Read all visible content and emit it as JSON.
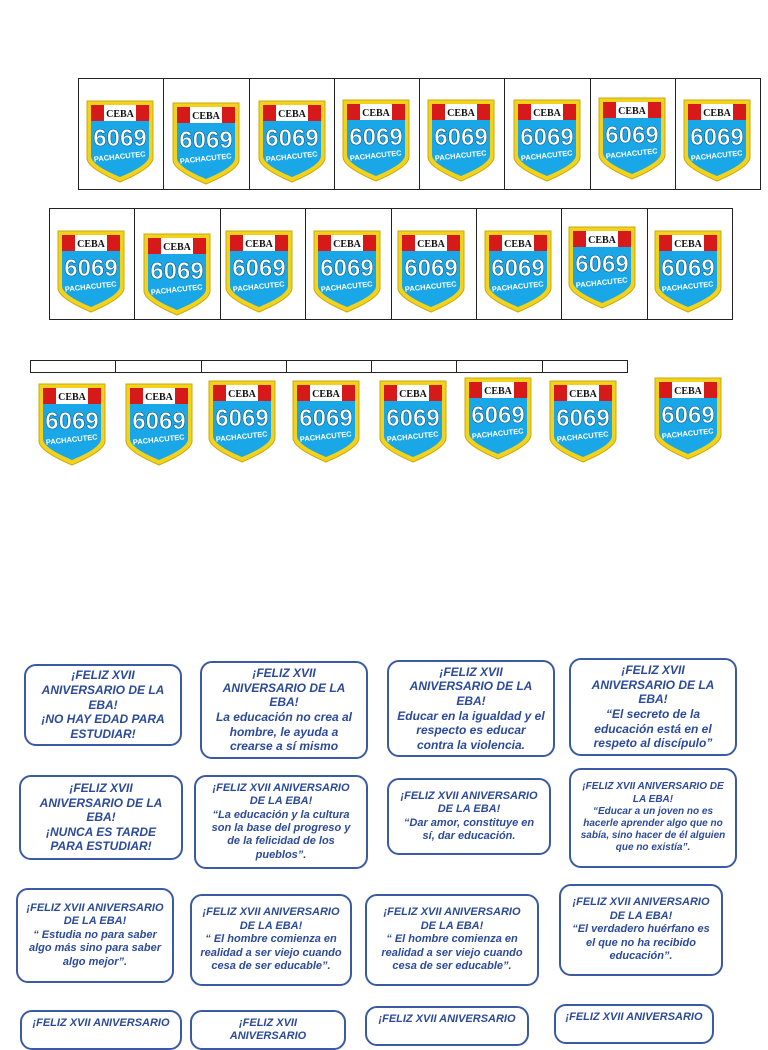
{
  "badge": {
    "top_label": "CEBA",
    "number": "6069",
    "bottom_label": "PACHACUTEC",
    "colors": {
      "shield": "#1aa7e8",
      "border": "#f2d21b",
      "red": "#d61a1a"
    }
  },
  "cards": [
    {
      "title": "¡FELIZ XVII ANIVERSARIO DE LA EBA!",
      "body": "¡NO HAY EDAD PARA ESTUDIAR!"
    },
    {
      "title": "¡FELIZ XVII ANIVERSARIO DE LA EBA!",
      "body": "La educación no crea al hombre, le ayuda a crearse a sí mismo"
    },
    {
      "title": "¡FELIZ XVII ANIVERSARIO DE LA EBA!",
      "body": "Educar en la igualdad y el respecto es educar contra la violencia."
    },
    {
      "title": "¡FELIZ XVII ANIVERSARIO DE LA EBA!",
      "body": "“El secreto de la educación está en el respeto al discípulo”"
    },
    {
      "title": "¡FELIZ XVII ANIVERSARIO DE LA EBA!",
      "body": "¡NUNCA ES TARDE PARA ESTUDIAR!"
    },
    {
      "title": "¡FELIZ XVII ANIVERSARIO DE LA EBA!",
      "body": "“La educación y la cultura son la base del progreso y de la felicidad de los pueblos”."
    },
    {
      "title": "¡FELIZ XVII ANIVERSARIO DE LA EBA!",
      "body": "“Dar amor, constituye en sí, dar educación."
    },
    {
      "title": "¡FELIZ XVII ANIVERSARIO DE LA EBA!",
      "body": "“Educar a un joven no es hacerle aprender algo que no sabía, sino hacer de él alguien que no existía”."
    },
    {
      "title": "¡FELIZ XVII ANIVERSARIO DE LA EBA!",
      "body": "“ Estudia no para saber algo más sino para saber algo mejor”."
    },
    {
      "title": "¡FELIZ XVII ANIVERSARIO DE LA EBA!",
      "body": "“ El hombre comienza en realidad a ser viejo cuando cesa de ser educable”."
    },
    {
      "title": "¡FELIZ XVII ANIVERSARIO DE LA EBA!",
      "body": "“ El hombre comienza en realidad a ser viejo cuando cesa de ser educable”."
    },
    {
      "title": "¡FELIZ XVII ANIVERSARIO DE LA EBA!",
      "body": "“El verdadero huérfano es el que no ha recibido educación”."
    },
    {
      "title": "¡FELIZ XVII ANIVERSARIO",
      "body": ""
    },
    {
      "title": "¡FELIZ XVII ANIVERSARIO",
      "body": ""
    },
    {
      "title": "¡FELIZ XVII ANIVERSARIO",
      "body": ""
    },
    {
      "title": "¡FELIZ XVII ANIVERSARIO",
      "body": ""
    }
  ]
}
